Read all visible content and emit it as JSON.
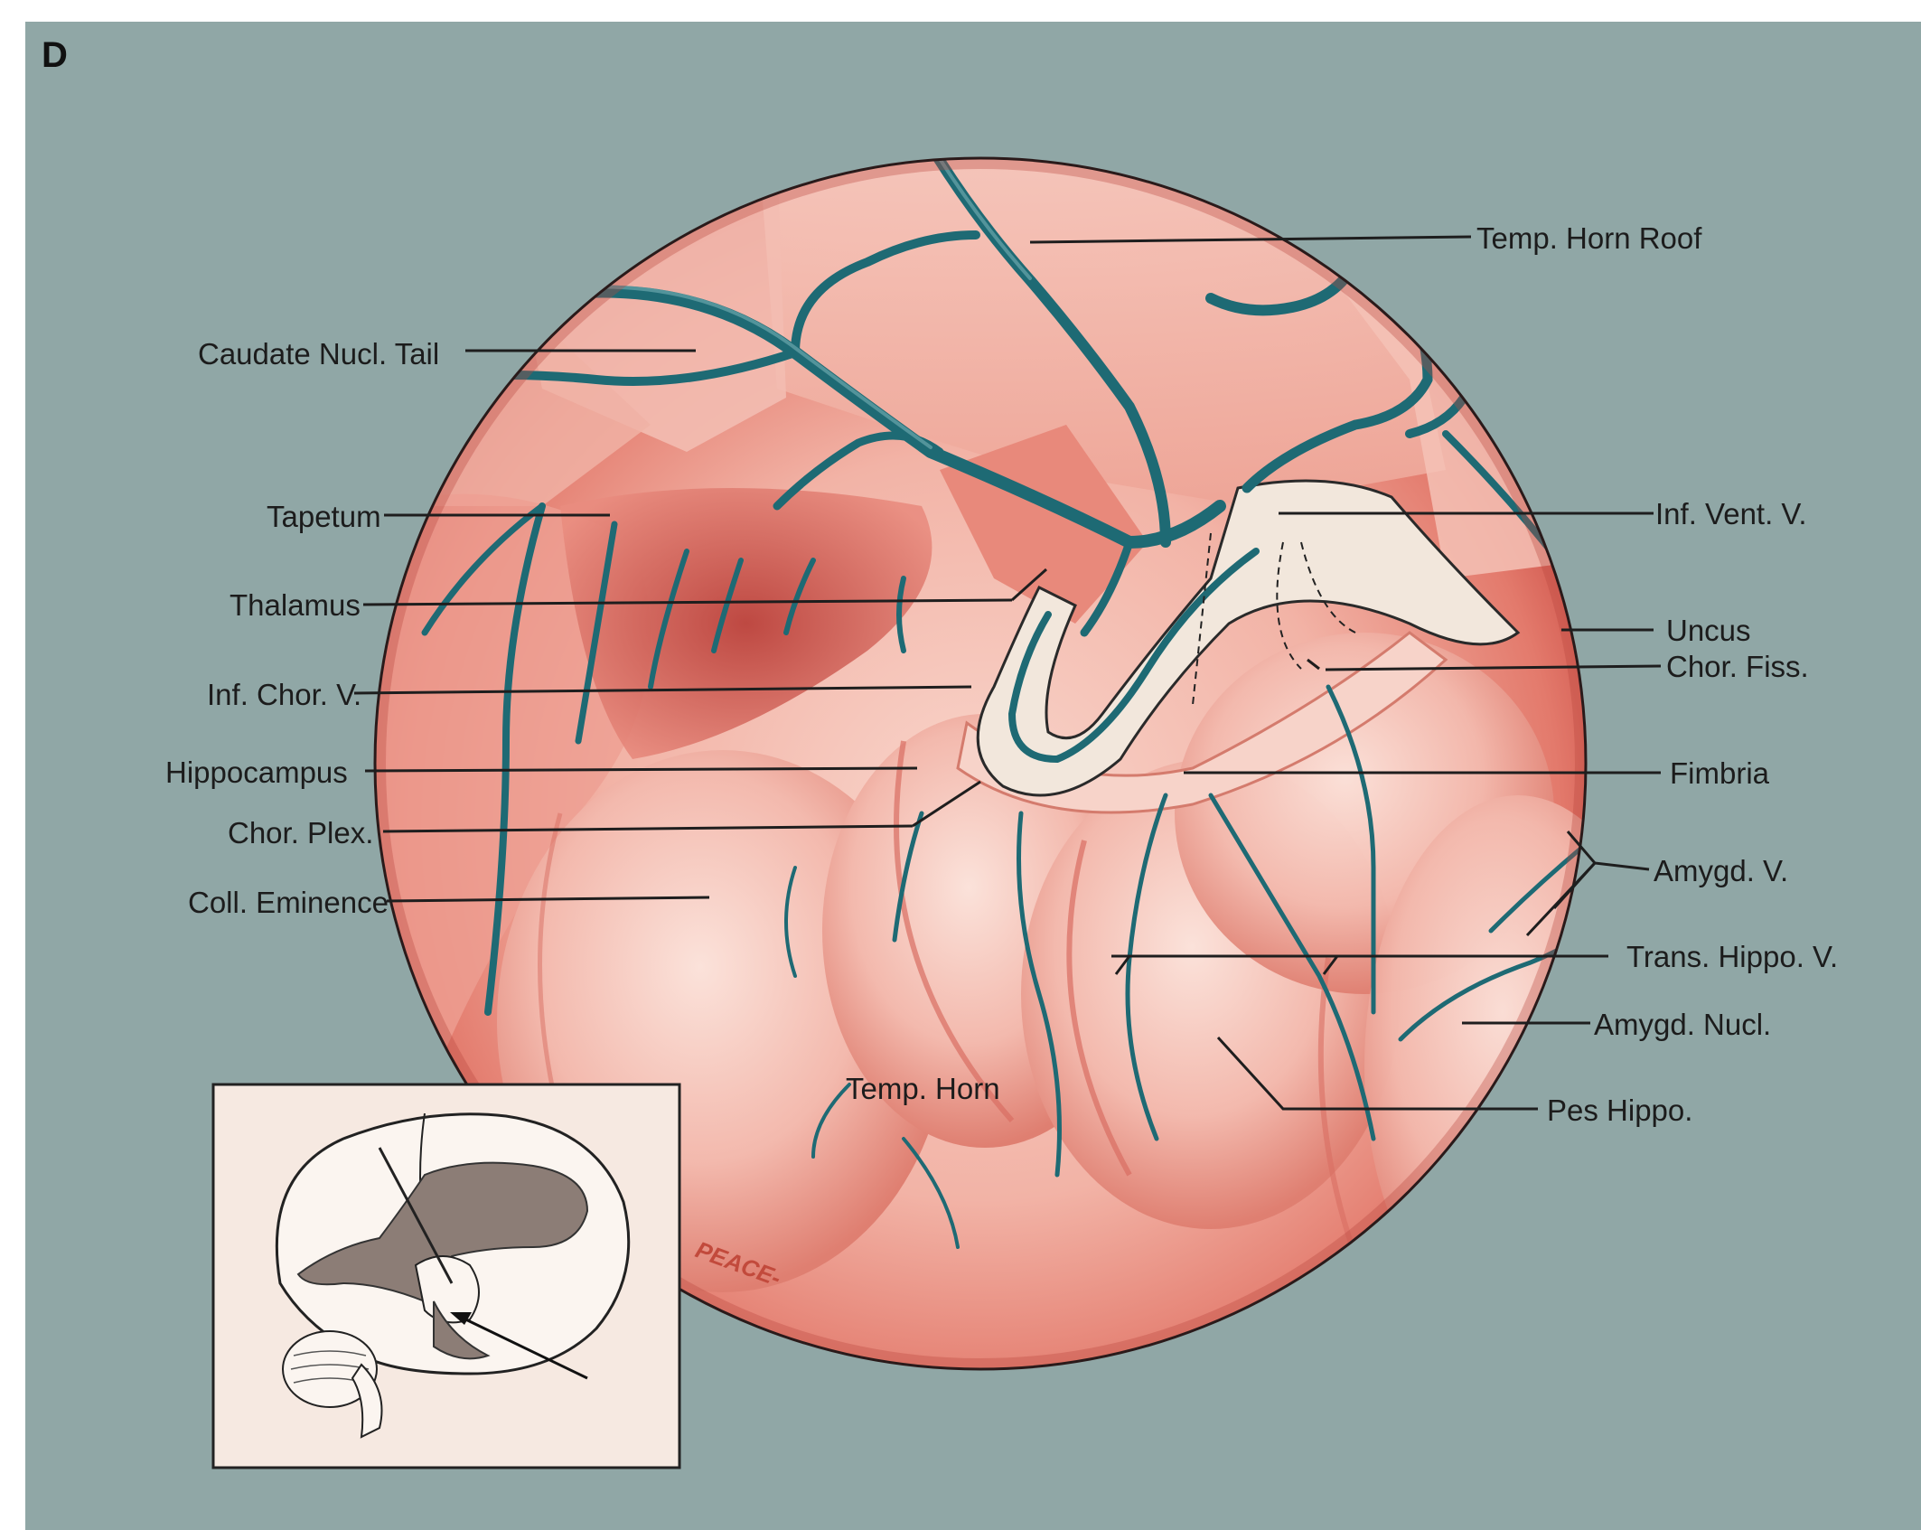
{
  "panel_letter": "D",
  "artist_signature": "PEACE-",
  "colors": {
    "background": "#90a7a6",
    "tissue_light": "#f6c8be",
    "tissue_mid": "#ee9f92",
    "tissue_dark": "#c8473f",
    "vein": "#1e6a74",
    "choroid_plexus": "#f2e7dc"
  },
  "labels": {
    "left": {
      "caudate": "Caudate Nucl. Tail",
      "tapetum": "Tapetum",
      "thalamus": "Thalamus",
      "inf_chor_v": "Inf. Chor. V.",
      "hippocampus": "Hippocampus",
      "chor_plex": "Chor. Plex.",
      "coll_eminence": "Coll. Eminence"
    },
    "right": {
      "temp_horn_roof": "Temp. Horn Roof",
      "inf_vent_v": "Inf. Vent. V.",
      "uncus": "Uncus",
      "chor_fiss": "Chor. Fiss.",
      "fimbria": "Fimbria",
      "amygd_v": "Amygd. V.",
      "trans_hippo_v": "Trans. Hippo. V.",
      "amygd_nucl": "Amygd. Nucl.",
      "pes_hippo": "Pes Hippo."
    },
    "center": {
      "temp_horn": "Temp. Horn"
    }
  },
  "icons": [
    "brain-sagittal-inset",
    "view-direction-arrow-icon"
  ]
}
